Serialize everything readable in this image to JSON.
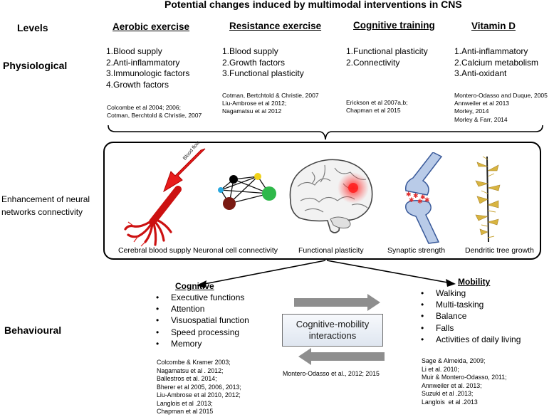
{
  "title": "Potential changes induced by multimodal interventions in CNS",
  "levels": {
    "heading": "Levels",
    "physiological": "Physiological",
    "enhancement": "Enhancement of neural\nnetworks connectivity",
    "behavioural": "Behavioural"
  },
  "columns": [
    {
      "title": "Aerobic exercise",
      "items": [
        "1.Blood supply",
        "2.Anti-inflammatory",
        "3.Immunologic factors",
        "4.Growth factors"
      ],
      "refs": "Colcombe et al 2004; 2006;\nCotman, Berchtold & Christie, 2007"
    },
    {
      "title": "Resistance exercise",
      "items": [
        "1.Blood supply",
        "2.Growth factors",
        "3.Functional plasticity"
      ],
      "refs": "Cotman, Bertchtold & Christie, 2007\nLiu-Ambrose et al 2012;\nNagamatsu et al 2012"
    },
    {
      "title": "Cognitive training",
      "items": [
        "1.Functional plasticity",
        "2.Connectivity"
      ],
      "refs": "Erickson et al 2007a,b;\nChapman et al 2015"
    },
    {
      "title": "Vitamin D",
      "items": [
        "1.Anti-inflammatory",
        "2.Calcium metabolism",
        "3.Anti-oxidant"
      ],
      "refs": "Montero-Odasso and Duque, 2005\nAnnweiler et al 2013\nMorley, 2014\nMorley & Farr, 2014"
    }
  ],
  "neural": {
    "blood_flow_label": "Blood flow",
    "captions": [
      "Cerebral blood supply",
      "Neuronal cell connectivity",
      "Functional plasticity",
      "Synaptic strength",
      "Dendritic tree growth"
    ]
  },
  "cognitive": {
    "title": "Cognitive",
    "items": [
      "Executive functions",
      "Attention",
      "Visuospatial function",
      "Speed processing",
      "Memory"
    ],
    "refs": "Colcombe & Kramer 2003;\nNagamatsu et al . 2012;\nBallestros et al. 2014;\nBherer et al 2005, 2006, 2013;\nLiu-Ambrose et al 2010, 2012;\nLanglois et al .2013;\nChapman et al 2015"
  },
  "mobility": {
    "title": "Mobility",
    "items": [
      "Walking",
      "Multi-tasking",
      "Balance",
      "Falls",
      "Activities of daily living"
    ],
    "refs": "Sage & Almeida, 2009;\nLi et al. 2010;\nMuir & Montero-Odasso, 2011;\nAnnweiler et al. 2013;\nSuzuki et al .2013;\nLanglois  et al .2013"
  },
  "interactions": {
    "label": "Cognitive-mobility\ninteractions",
    "ref": "Montero-Odasso et al., 2012; 2015"
  }
}
